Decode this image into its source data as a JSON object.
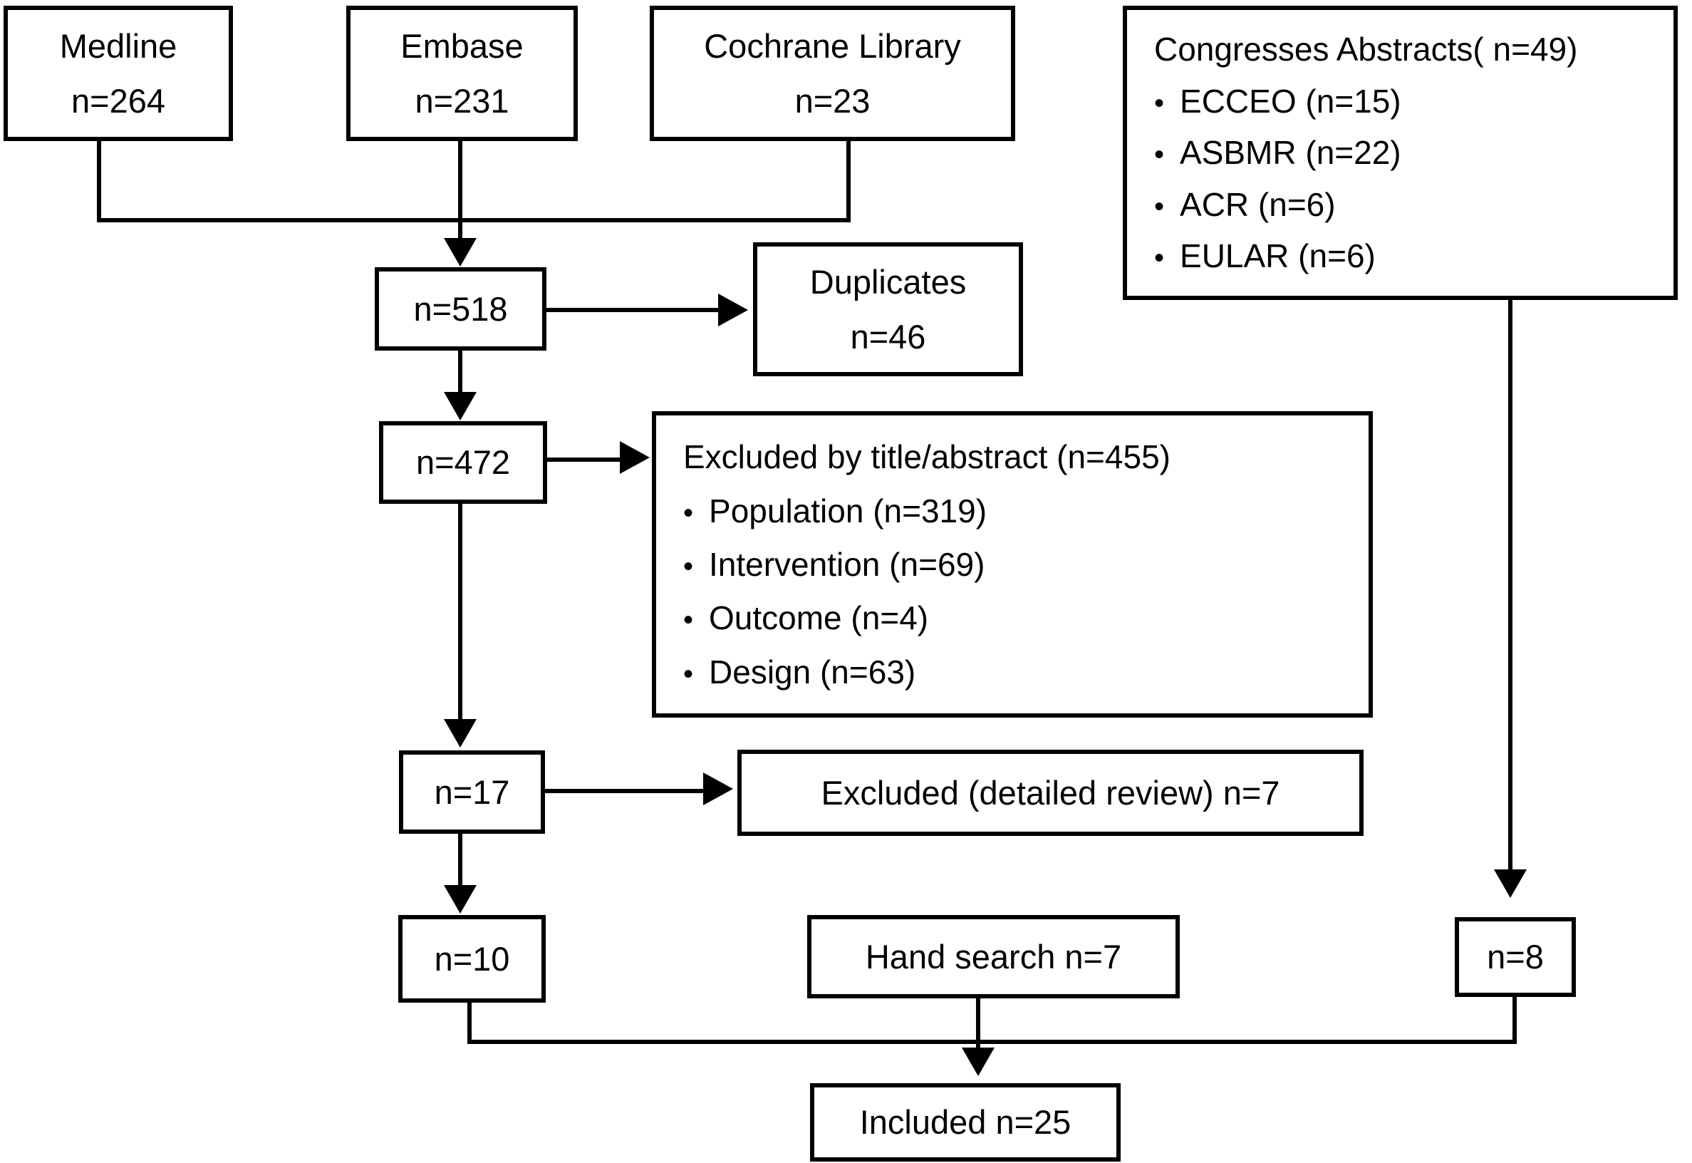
{
  "diagram": {
    "type": "prisma-flowchart",
    "background_color": "#ffffff",
    "line_color": "#000000",
    "bullet": "•",
    "sources": {
      "medline": {
        "name": "Medline",
        "count": "n=264"
      },
      "embase": {
        "name": "Embase",
        "count": "n=231"
      },
      "cochrane": {
        "name": "Cochrane Library",
        "count": "n=23"
      },
      "congresses": {
        "title": "Congresses Abstracts( n=49)",
        "items": [
          {
            "label": "ECCEO (n=15)"
          },
          {
            "label": "ASBMR (n=22)"
          },
          {
            "label": "ACR (n=6)"
          },
          {
            "label": "EULAR (n=6)"
          }
        ]
      }
    },
    "screening": {
      "total_identified": "n=518",
      "duplicates": {
        "line1": "Duplicates",
        "line2": "n=46"
      },
      "after_duplicates": "n=472",
      "excluded_title_abstract": {
        "title": "Excluded by title/abstract (n=455)",
        "items": [
          {
            "label": "Population (n=319)"
          },
          {
            "label": "Intervention (n=69)"
          },
          {
            "label": "Outcome (n=4)"
          },
          {
            "label": "Design (n=63)"
          }
        ]
      },
      "detailed_review": "n=17",
      "excluded_detailed_review": "Excluded (detailed review) n=7",
      "after_detailed_review": "n=10",
      "hand_search": "Hand search n=7",
      "congress_abstracts_included": "n=8",
      "included": "Included n=25"
    }
  }
}
